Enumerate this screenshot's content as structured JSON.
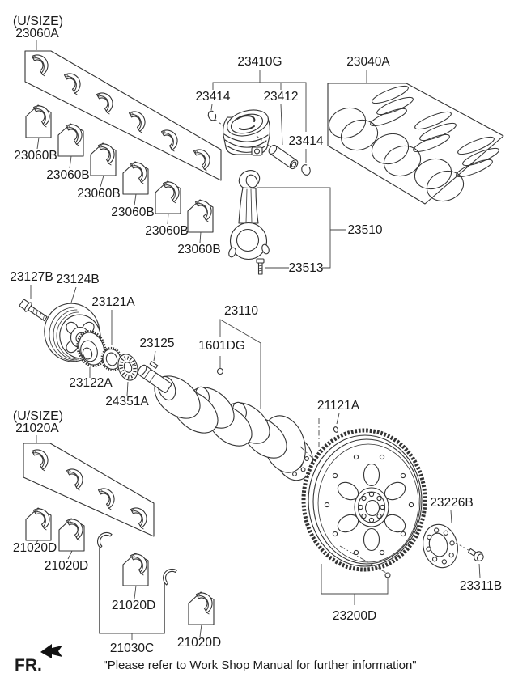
{
  "page": {
    "footer_note": "\"Please refer to Work Shop Manual for further information\"",
    "front_marker": "FR."
  },
  "labels": {
    "u_size": "(U/SIZE)",
    "p23060a": "23060A",
    "p23060b": "23060B",
    "p23410g": "23410G",
    "p23414": "23414",
    "p23412": "23412",
    "p23040a": "23040A",
    "p23510": "23510",
    "p23513": "23513",
    "p23127b": "23127B",
    "p23124b": "23124B",
    "p23121a": "23121A",
    "p23122a": "23122A",
    "p24351a": "24351A",
    "p23125": "23125",
    "p23110": "23110",
    "p1601dg": "1601DG",
    "p21121a": "21121A",
    "p21020a": "21020A",
    "p21020d": "21020D",
    "p21030c": "21030C",
    "p23226b": "23226B",
    "p23311b": "23311B",
    "p23200d": "23200D"
  },
  "colors": {
    "line": "#333333",
    "leader": "#444444",
    "text": "#1a1a1a",
    "background": "#ffffff"
  }
}
